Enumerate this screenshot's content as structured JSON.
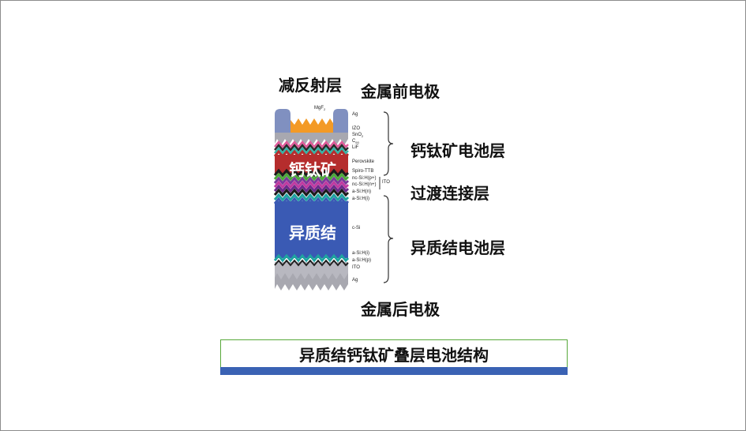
{
  "labels": {
    "anti_reflection": "减反射层",
    "front_electrode": "金属前电极",
    "perovskite_cell_layer": "钙钛矿电池层",
    "transition_layer": "过渡连接层",
    "heterojunction_cell_layer": "异质结电池层",
    "back_electrode": "金属后电极"
  },
  "overlay": {
    "perovskite": "钙钛矿",
    "heterojunction": "异质结"
  },
  "layer_labels": {
    "mgf2": "MgF",
    "mgf2_sub": "2",
    "ag_top": "Ag",
    "izo": "IZO",
    "sno2": "SnO",
    "sno2_sub": "2",
    "c60": "C",
    "c60_sub": "60",
    "lif": "LiF",
    "perovskite": "Perovskite",
    "spiro": "Spiro-TTB",
    "nc_p": "nc-Si:H(p+)",
    "nc_n": "nc-Si:H(n+)",
    "ito_mid": "ITO",
    "a_si_n": "a-Si:H(n)",
    "a_si_i_top": "a-Si:H(i)",
    "c_si": "c-Si",
    "a_si_i_bot": "a-Si:H(i)",
    "a_si_p": "a-Si:H(p)",
    "ito_bot": "ITO",
    "ag_bot": "Ag"
  },
  "caption": "异质结钙钛矿叠层电池结构",
  "colors": {
    "silicon_blue": "#3a5ab4",
    "perovskite_red": "#b52d2d",
    "ag_blue_gray": "#8090c0",
    "orange": "#f39a26",
    "caption_border": "#57a83a",
    "caption_strip": "#3a62b4"
  }
}
